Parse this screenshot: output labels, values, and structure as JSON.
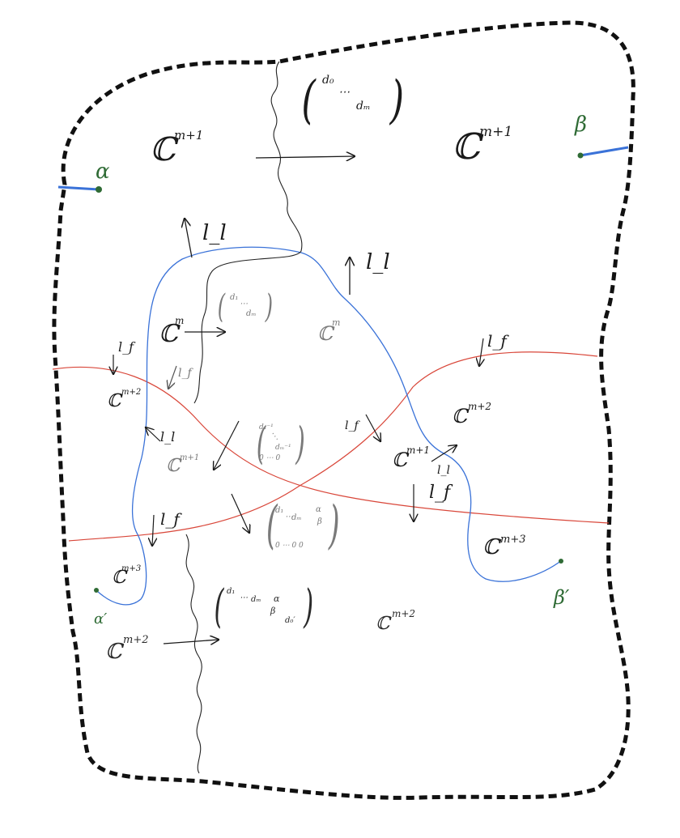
{
  "colors": {
    "boundary": "#111111",
    "blue_curve": "#3a72d8",
    "red_curve": "#d9473a",
    "ink": "#1a1a1a",
    "faint_ink": "#7a7a7a",
    "green_marks": "#2f6b35",
    "background": "#ffffff"
  },
  "regions": {
    "top_left": {
      "base": "ℂ",
      "exp": "m+1"
    },
    "top_right": {
      "base": "ℂ",
      "exp": "m+1"
    },
    "center_left": {
      "base": "ℂ",
      "exp": "m"
    },
    "center_right": {
      "base": "ℂ",
      "exp": "m"
    },
    "left_mid": {
      "base": "ℂ",
      "exp": "m+2"
    },
    "right_mid": {
      "base": "ℂ",
      "exp": "m+2"
    },
    "inner_left": {
      "base": "ℂ",
      "exp": "m+1"
    },
    "inner_right": {
      "base": "ℂ",
      "exp": "m+1"
    },
    "lower_left": {
      "base": "ℂ",
      "exp": "m+3"
    },
    "lower_right": {
      "base": "ℂ",
      "exp": "m+3"
    },
    "bottom_left": {
      "base": "ℂ",
      "exp": "m+2"
    },
    "bottom_right": {
      "base": "ℂ",
      "exp": "m+2"
    }
  },
  "vectors": {
    "top": {
      "first": "d₀",
      "dots": "⋯",
      "last": "dₘ"
    },
    "center": {
      "first": "d₁",
      "dots": "⋯",
      "last": "dₘ"
    },
    "inner": {
      "first": "d₁⁻¹",
      "dots": "⋱",
      "last": "dₘ⁻¹",
      "bottom_row": "0 ⋯ 0"
    },
    "mid_lower": {
      "first": "d₁",
      "dots": "⋯",
      "last": "dₘ",
      "a": "α",
      "b": "β",
      "bottom_row": "0 ⋯ 0 0"
    },
    "bottom": {
      "first": "d₁",
      "dots": "⋯",
      "last": "dₘ",
      "a": "α",
      "b": "β",
      "c": "d₀′"
    }
  },
  "line_labels": {
    "l_l": "l_l",
    "l_f": "l_f"
  },
  "points": {
    "alpha": "α",
    "beta": "β",
    "alpha_prime": "α′",
    "beta_prime": "β′"
  }
}
